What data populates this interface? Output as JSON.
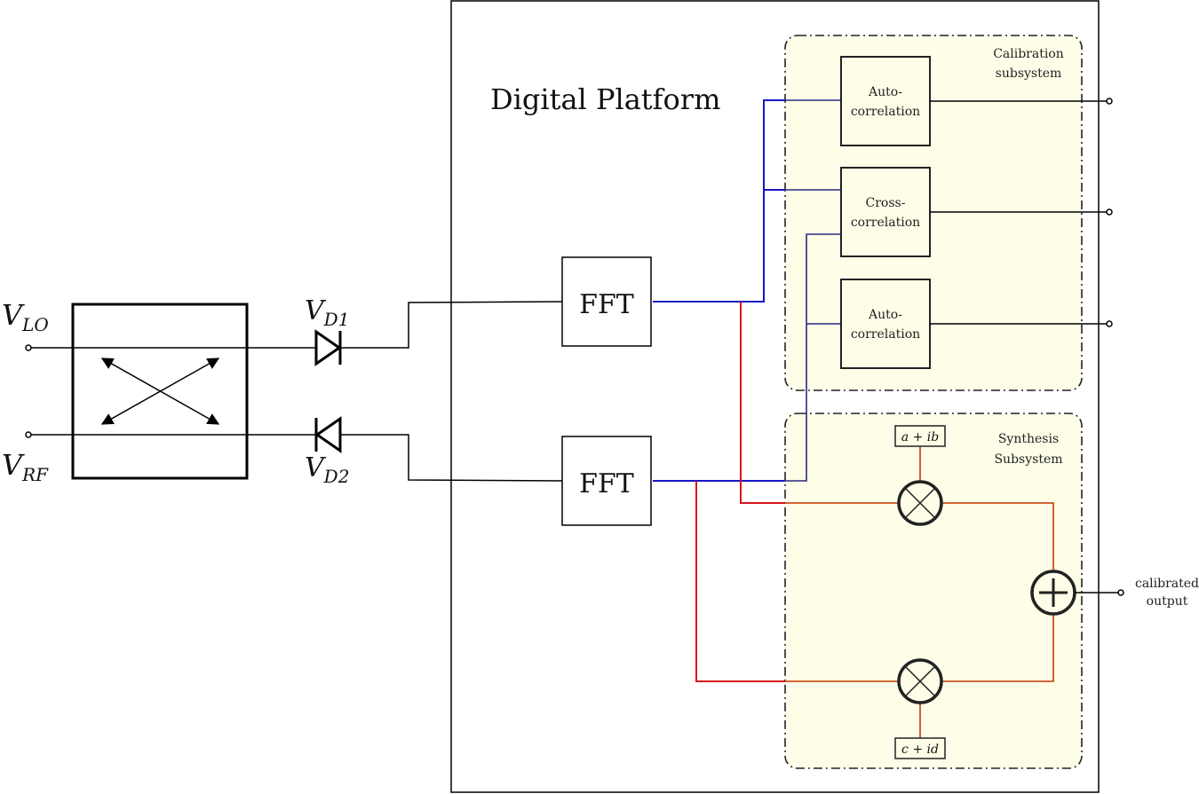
{
  "diagram": {
    "platform_title": "Digital Platform",
    "inputs": {
      "lo_base": "V",
      "lo_sub": "LO",
      "rf_base": "V",
      "rf_sub": "RF"
    },
    "diodes": {
      "d1_base": "V",
      "d1_sub": "D1",
      "d2_base": "V",
      "d2_sub": "D2"
    },
    "fft_top": "FFT",
    "fft_bottom": "FFT",
    "calibration": {
      "title_line1": "Calibration",
      "title_line2": "subsystem",
      "blocks": [
        {
          "line1": "Auto-",
          "line2": "correlation"
        },
        {
          "line1": "Cross-",
          "line2": "correlation"
        },
        {
          "line1": "Auto-",
          "line2": "correlation"
        }
      ]
    },
    "synthesis": {
      "title_line1": "Synthesis",
      "title_line2": "Subsystem",
      "coef_top": "a + ib",
      "coef_bottom": "c + id"
    },
    "output": {
      "line1": "calibrated",
      "line2": "output"
    },
    "colors": {
      "blue_wire": "#1515c8",
      "red_wire": "#d8141c",
      "orange_wire": "#c8501e",
      "subsystem_fill": "#fdfde8"
    }
  }
}
